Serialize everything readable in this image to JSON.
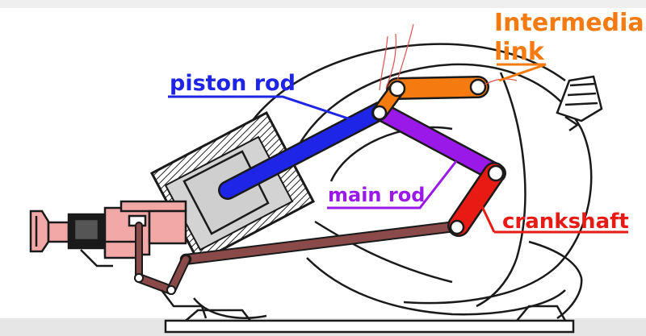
{
  "labels": {
    "piston_rod": "piston rod",
    "main_rod": "main rod",
    "intermediary_link_line1": "Intermediary",
    "intermediary_link_line2": "link",
    "crankshaft": "crankshaft"
  },
  "colors": {
    "piston_rod": "#1f25e6",
    "main_rod": "#9b19e8",
    "intermediary_link": "#f57a10",
    "crankshaft": "#e81a14",
    "engine_outline": "#1a1a1a",
    "linkage": "#8a4a4a",
    "intake_assembly": "#f3a8a8",
    "cylinder_block": "#c8c8c8"
  }
}
